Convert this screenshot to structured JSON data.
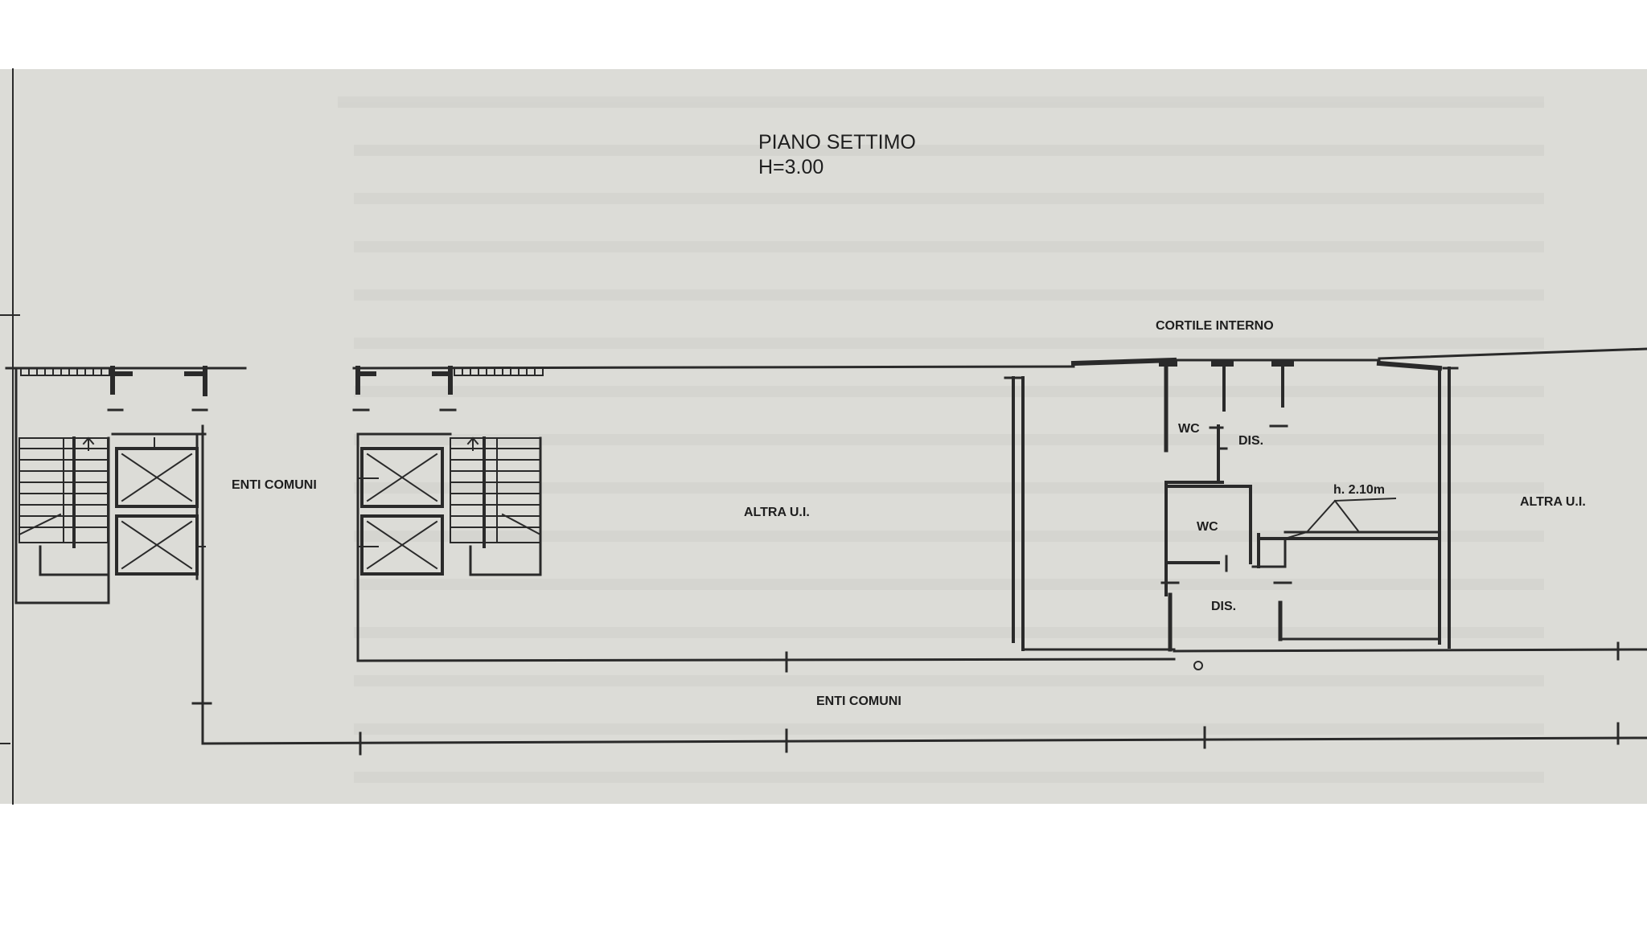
{
  "drawing": {
    "title": "PIANO SETTIMO",
    "height_note": "H=3.00"
  },
  "labels": {
    "enti_comuni_left": "ENTI COMUNI",
    "altra_ui_center": "ALTRA U.I.",
    "cortile_interno": "CORTILE INTERNO",
    "wc_upper": "WC",
    "dis_upper": "DIS.",
    "wc_lower": "WC",
    "dis_lower": "DIS.",
    "ceiling_height": "h. 2.10m",
    "altra_ui_right": "ALTRA U.I.",
    "enti_comuni_bottom": "ENTI COMUNI"
  }
}
